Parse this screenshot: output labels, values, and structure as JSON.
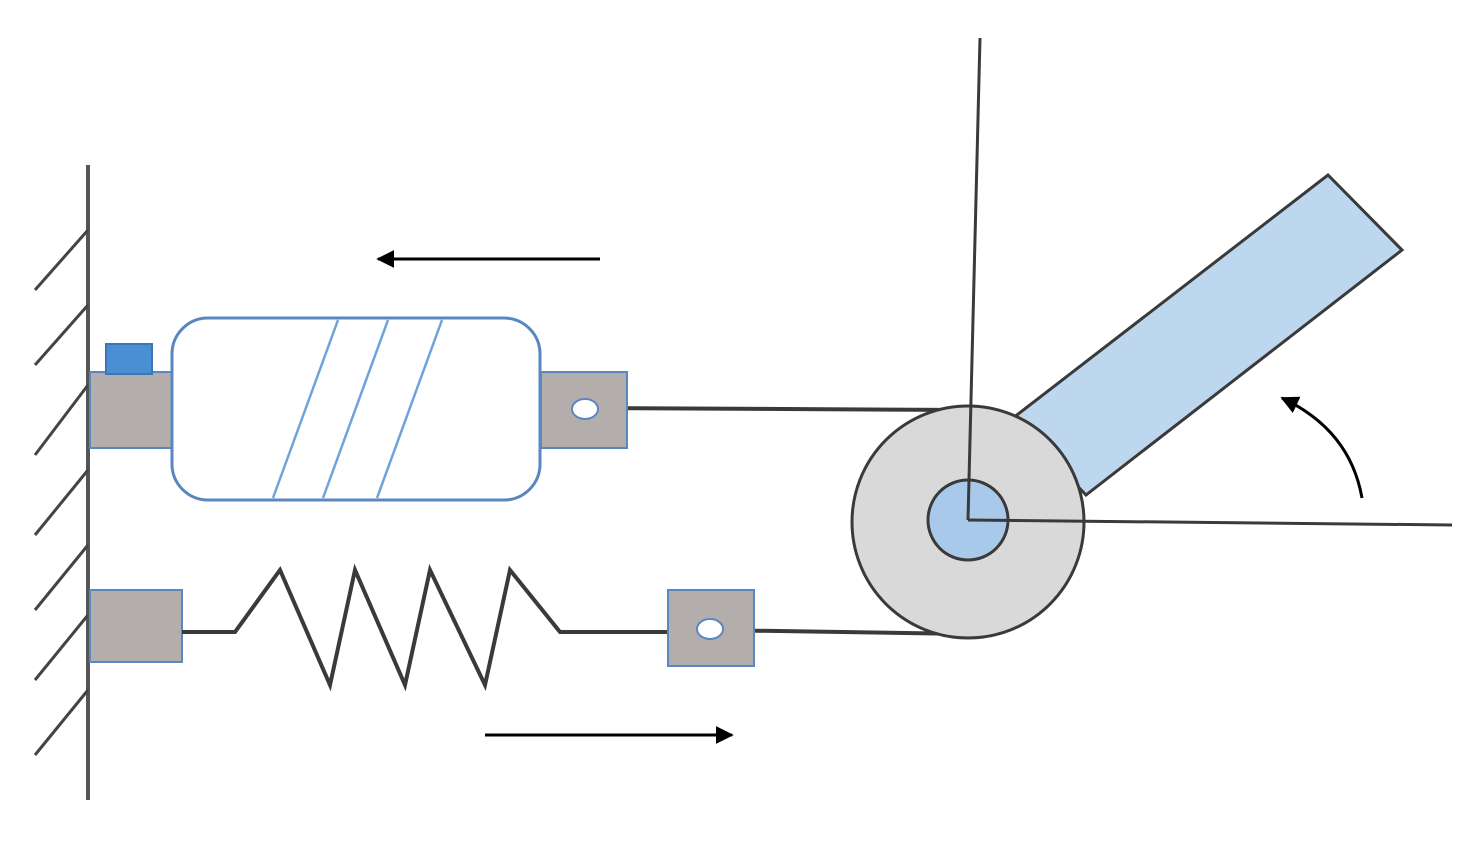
{
  "diagram": {
    "kind": "mechanical-schematic",
    "components": [
      "fixed-wall",
      "actuator-cylinder",
      "actuator-connector-block",
      "actuator-indicator-tab",
      "spring",
      "spring-mount-block",
      "spring-end-block",
      "pulley-disk",
      "pulley-hub",
      "rotating-arm",
      "reference-line-vertical",
      "reference-line-horizontal",
      "upper-cable",
      "lower-cable"
    ],
    "motion_indicators": {
      "upper_arrow_direction": "left",
      "lower_arrow_direction": "right",
      "rotation_arrow_direction": "counterclockwise"
    },
    "colors": {
      "stroke": "#3a3a3a",
      "block_fill": "#b3adab",
      "block_edge": "#5b87c0",
      "actuator_outline": "#5b87c0",
      "actuator_stripes": "#6fa3db",
      "indicator_tab": "#4a8fd4",
      "pulley_fill": "#d9d9d9",
      "hub_fill": "#a9c9ea",
      "arm_fill": "#bdd7ef",
      "arrow": "#000000"
    }
  }
}
